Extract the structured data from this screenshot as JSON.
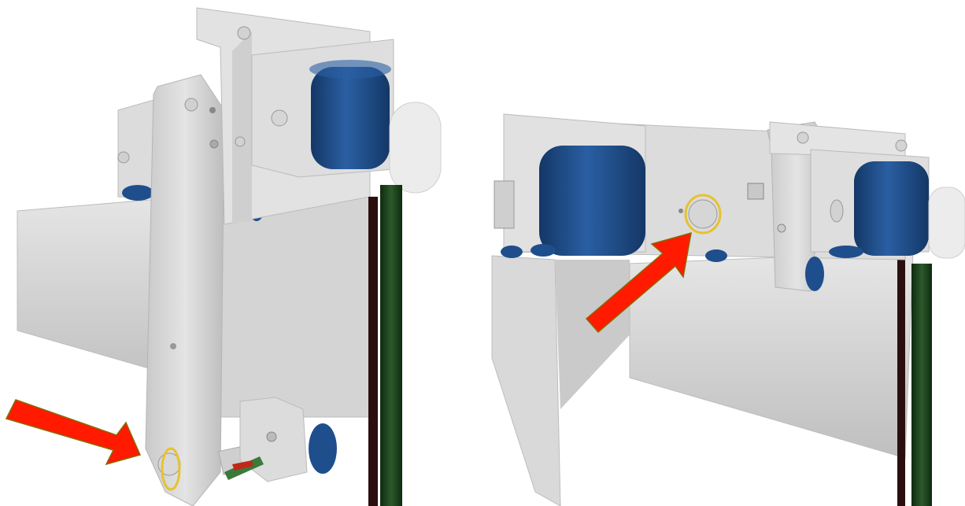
{
  "image": {
    "kind": "3D render of mechanical roller/trolley assembly",
    "background_color": "#ffffff"
  },
  "views": [
    {
      "name": "left-view",
      "highlight": "pin-with-ring-lower",
      "arrow_color": "#ff1a00"
    },
    {
      "name": "right-view",
      "highlight": "pin-with-ring-center",
      "arrow_color": "#ff1a00"
    }
  ],
  "colors": {
    "steel": "#d9d9d9",
    "steel_shadow": "#b8b8b8",
    "roller_blue": "#1f4e8c",
    "roller_blue_dark": "#143766",
    "ring_gold": "#e6c230",
    "rail_green": "#1f3d1f",
    "rail_dark": "#2b0f0f",
    "arrow_red": "#ff1a00",
    "arrow_outline": "#8a6a00"
  }
}
